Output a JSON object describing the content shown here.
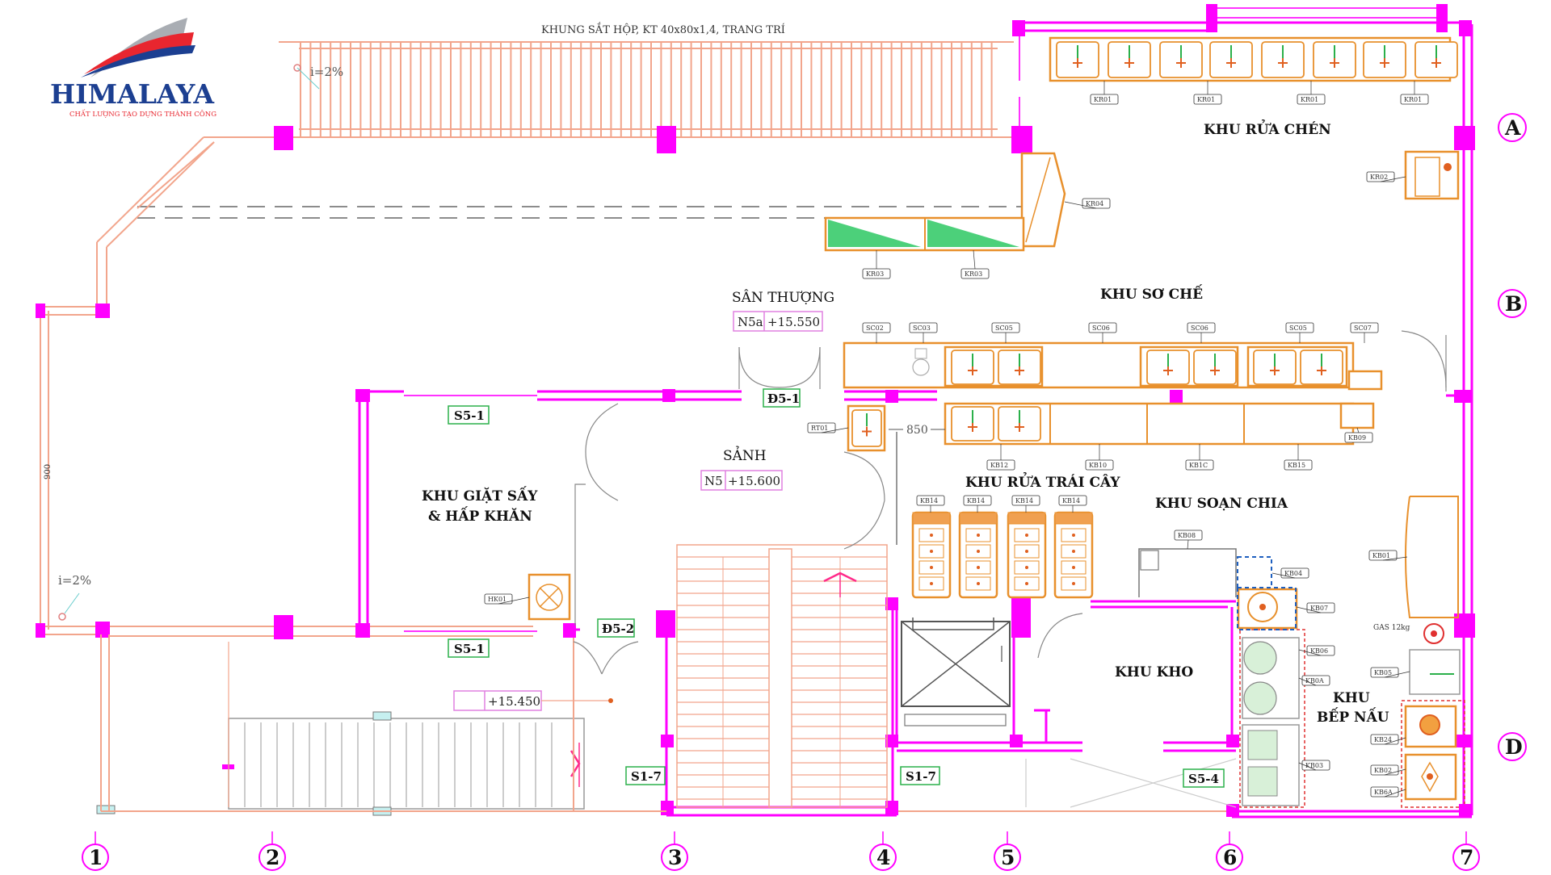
{
  "logo": {
    "brand": "HIMALAYA",
    "slogan": "CHẤT LƯỢNG TẠO DỰNG THÀNH CÔNG",
    "colors": {
      "blue": "#1c3f91",
      "red": "#e8262f",
      "gray": "#a9adb3"
    }
  },
  "annotations": {
    "top_frame": "KHUNG SẮT HỘP, KT 40x80x1,4, TRANG TRÍ",
    "slope_top": "i=2%",
    "slope_left": "i=2%",
    "dim_left": "900",
    "dim_850": "850",
    "gas": "GAS 12kg"
  },
  "rooms": {
    "khu_rua_chen": "KHU RỬA CHÉN",
    "khu_so_che": "KHU SƠ CHẾ",
    "san_thuong": "SÂN THƯỢNG",
    "sanh": "SẢNH",
    "khu_giat_1": "KHU GIẶT SẤY",
    "khu_giat_2": "& HẤP KHĂN",
    "khu_rua_trai_cay": "KHU RỬA TRÁI CÂY",
    "khu_soan_chia": "KHU SOẠN CHIA",
    "khu_kho": "KHU KHO",
    "khu_bep_1": "KHU",
    "khu_bep_2": "BẾP NẤU"
  },
  "levels": {
    "n5a_code": "N5a",
    "n5a_value": "+15.550",
    "n5_code": "N5",
    "n5_value": "+15.600",
    "lower_value": "+15.450"
  },
  "door_tags": {
    "d51": "Đ5-1",
    "d52": "Đ5-2",
    "s51_top": "S5-1",
    "s51_bottom": "S5-1",
    "s17_left": "S1-7",
    "s17_right": "S1-7",
    "s54": "S5-4"
  },
  "axes": {
    "x": [
      "1",
      "2",
      "3",
      "4",
      "5",
      "6",
      "7"
    ],
    "y": [
      "A",
      "B",
      "D"
    ]
  },
  "equipment_tags": {
    "kr01": [
      "KR01",
      "KR01",
      "KR01",
      "KR01"
    ],
    "kr02": "KR02",
    "kr03": [
      "KR03",
      "KR03"
    ],
    "kr04": "KR04",
    "sc_top": [
      "SC02",
      "SC03",
      "SC05",
      "SC06",
      "SC06",
      "SC05",
      "SC07"
    ],
    "rt01": "RT01",
    "kb_mid": [
      "KB12",
      "KB10",
      "KB1C",
      "KB15"
    ],
    "kb09": "KB09",
    "kb14": [
      "KB14",
      "KB14",
      "KB14",
      "KB14"
    ],
    "hk01": "HK01",
    "kb08": "KB08",
    "kb04": "KB04",
    "kb07": "KB07",
    "kb06": "KB06",
    "kb0a": "KB0A",
    "kb03": "KB03",
    "kb01": "KB01",
    "kb05": "KB05",
    "kb24": "KB24",
    "kb02": "KB02",
    "kb6a": "KB6A"
  }
}
